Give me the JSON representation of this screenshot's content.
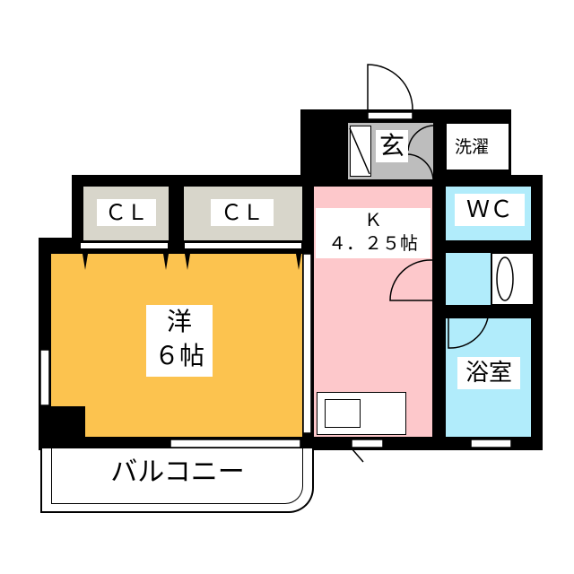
{
  "rooms": {
    "closet1": {
      "label": "ＣＬ"
    },
    "closet2": {
      "label": "ＣＬ"
    },
    "western": {
      "name": "洋",
      "size": "６帖"
    },
    "kitchen": {
      "name": "Ｋ",
      "size": "４．２５帖"
    },
    "entrance": {
      "label": "玄"
    },
    "laundry": {
      "label": "洗濯"
    },
    "toilet": {
      "label": "ＷＣ"
    },
    "bath": {
      "label": "浴室"
    },
    "balcony": {
      "label": "バルコニー"
    }
  },
  "colors": {
    "western": "#fcc34f",
    "kitchen": "#fdc8cb",
    "wet": "#b1ecfb",
    "closet": "#d8d6cb",
    "entrance": "#bdbdbd",
    "wall": "#000000"
  }
}
